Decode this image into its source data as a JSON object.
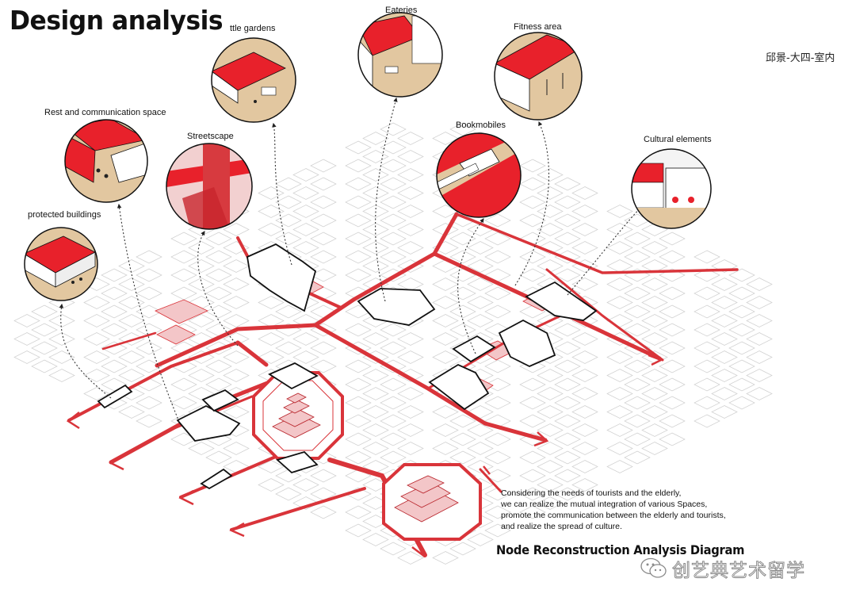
{
  "title": "Design analysis",
  "corner_tag": "邱景-大四-室内",
  "diagram_caption": "Node Reconstruction Analysis Diagram",
  "note_lines": [
    "Considering the needs of tourists and the elderly,",
    "we can realize the mutual integration of various Spaces,",
    "promote the communication between the elderly and tourists,",
    "and realize the spread of culture."
  ],
  "nodes": [
    {
      "id": "protected-buildings",
      "label": "protected buildings"
    },
    {
      "id": "rest-communication",
      "label": "Rest and communication space"
    },
    {
      "id": "streetscape",
      "label": "Streetscape"
    },
    {
      "id": "little-gardens",
      "label": "ttle gardens"
    },
    {
      "id": "eateries",
      "label": "Eateries"
    },
    {
      "id": "fitness-area",
      "label": "Fitness area"
    },
    {
      "id": "bookmobiles",
      "label": "Bookmobiles"
    },
    {
      "id": "cultural-elements",
      "label": "Cultural elements"
    }
  ],
  "watermark": {
    "text": "创艺典艺术留学",
    "icon": "wechat-icon"
  },
  "colors": {
    "accent_red": "#d9343a",
    "roof_red": "#e8212b",
    "ground_tan": "#e2c7a0",
    "highlight_pink": "#f3c6c8",
    "line_gray": "#c9c9c9"
  }
}
